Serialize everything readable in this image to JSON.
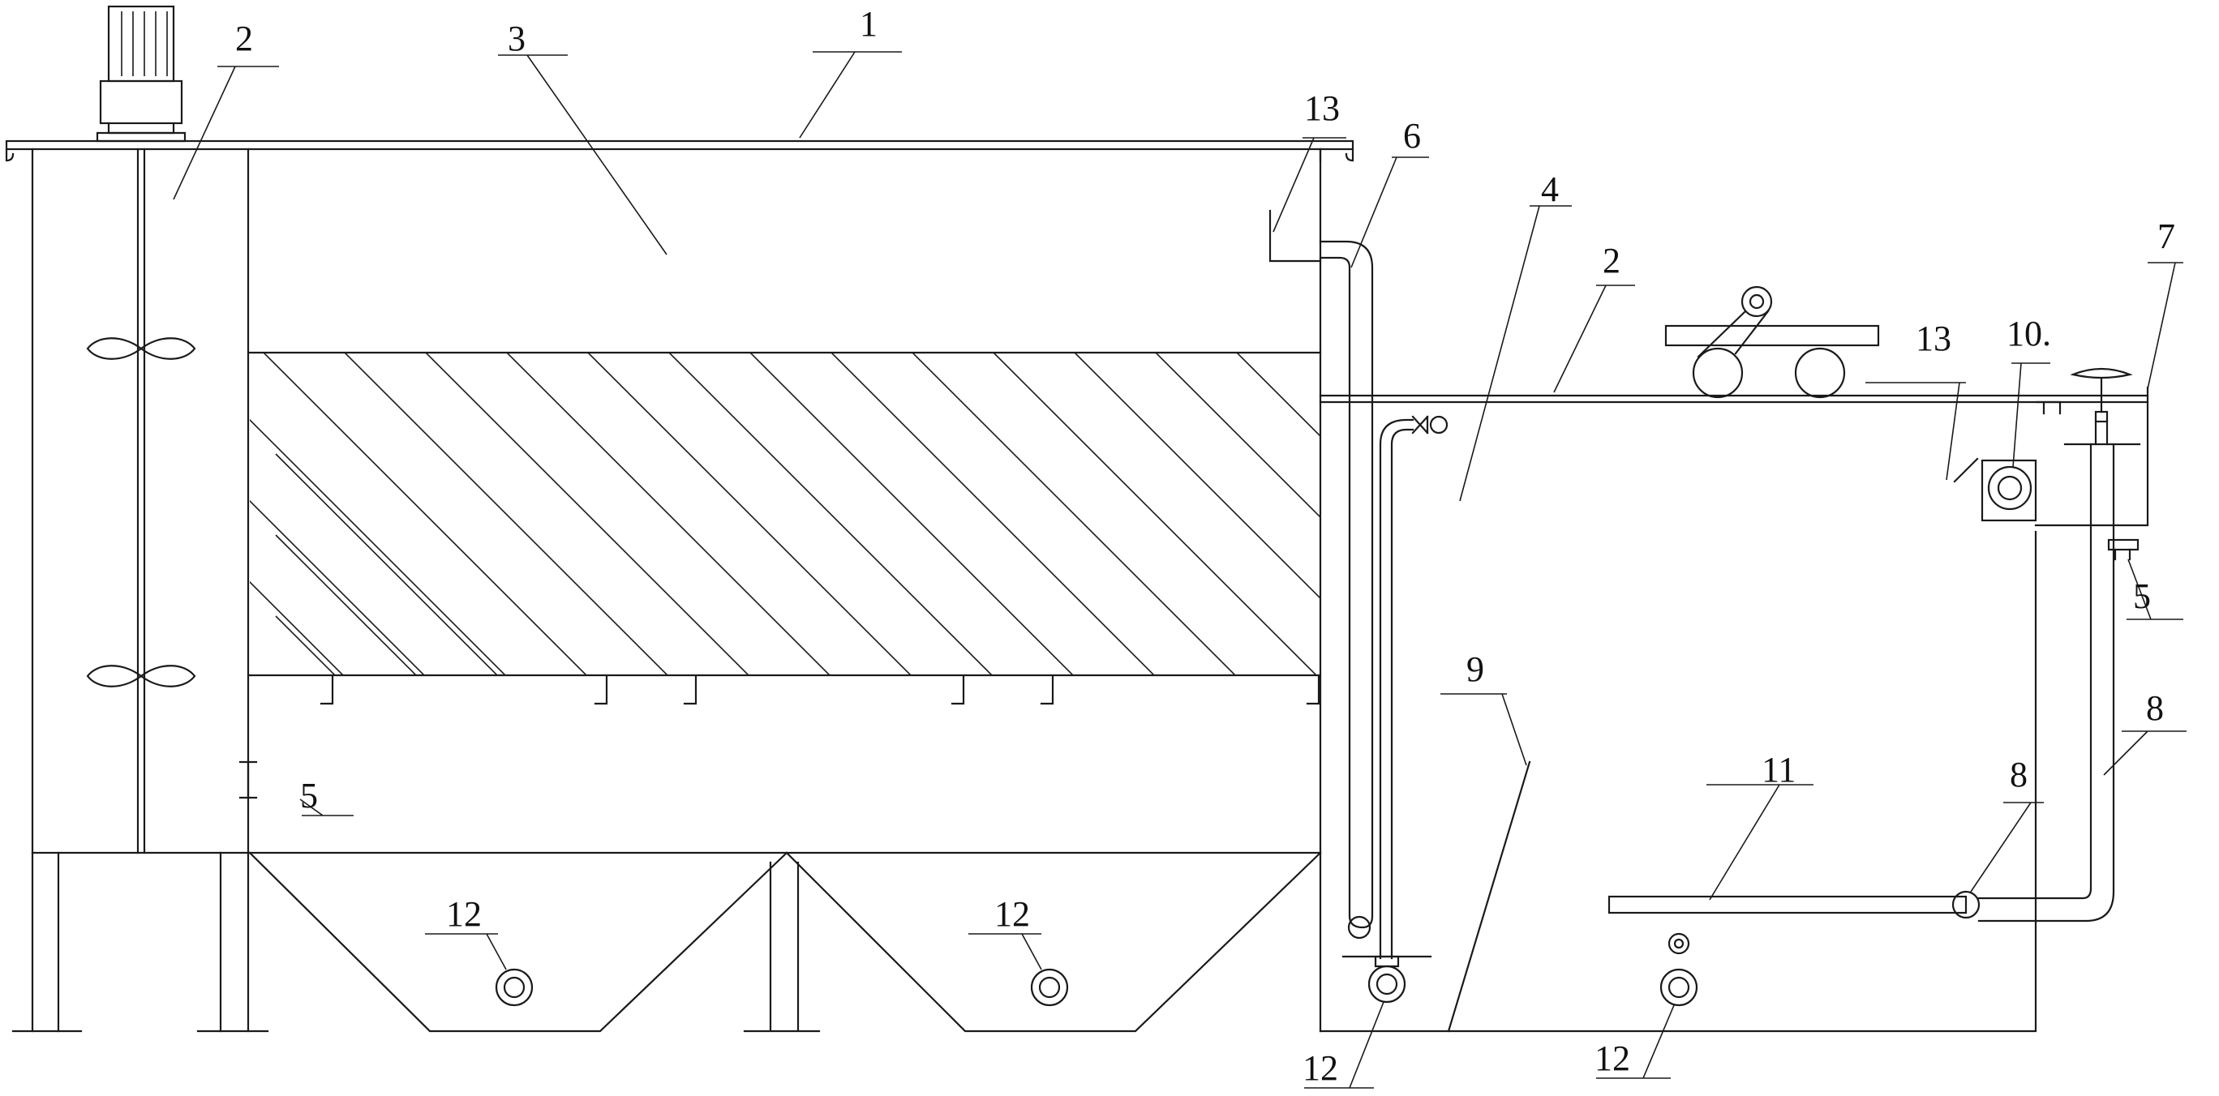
{
  "diagram": {
    "labels": {
      "frame": "1",
      "mixing_tank": "2",
      "mixing_tank_right": "2",
      "settling_tank": "3",
      "flotation_tank": "4",
      "valve_left": "5",
      "valve_right": "5",
      "overflow_pipe": "6",
      "scum_chamber": "7",
      "return_pipe": "8",
      "return_pipe_joint": "8",
      "baffle": "9",
      "pump": "10.",
      "distribution_pipe": "11",
      "drain_1": "12",
      "drain_2": "12",
      "drain_3": "12",
      "drain_4": "12",
      "weir_left": "13",
      "weir_right": "13"
    }
  }
}
